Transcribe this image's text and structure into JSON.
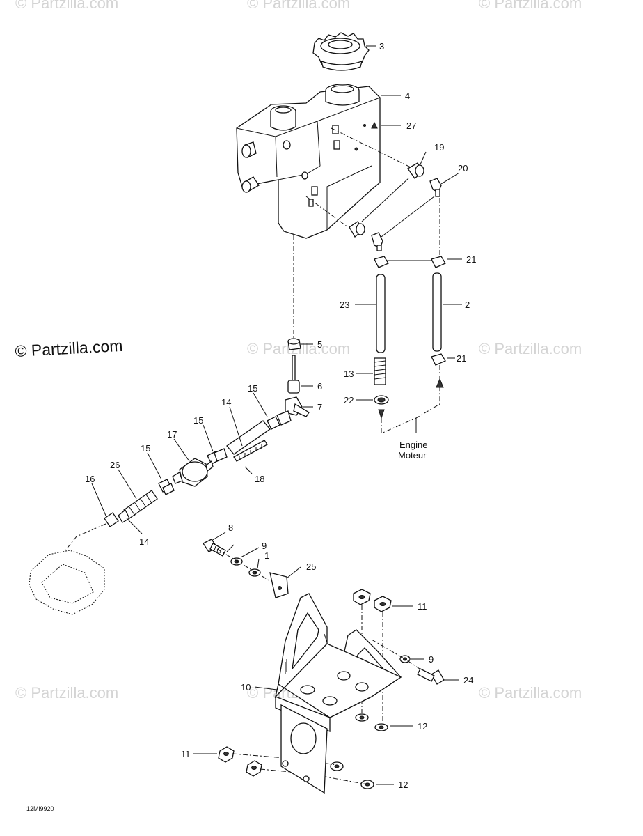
{
  "watermark": "© Partzilla.com",
  "main_watermark": "© Partzilla.com",
  "diagram_code": "12Mi9920",
  "engine_label": {
    "line1": "Engine",
    "line2": "Moteur"
  },
  "callouts": {
    "c3": "3",
    "c4": "4",
    "c27": "27",
    "c19": "19",
    "c20": "20",
    "c21a": "21",
    "c23": "23",
    "c2": "2",
    "c5": "5",
    "c21b": "21",
    "c13": "13",
    "c22": "22",
    "c6": "6",
    "c7": "7",
    "c15a": "15",
    "c14a": "14",
    "c15b": "15",
    "c17": "17",
    "c18": "18",
    "c15c": "15",
    "c26": "26",
    "c16": "16",
    "c14b": "14",
    "c8": "8",
    "c9a": "9",
    "c1": "1",
    "c25": "25",
    "c11a": "11",
    "c9b": "9",
    "c24": "24",
    "c10": "10",
    "c12a": "12",
    "c11b": "11",
    "c12b": "12"
  }
}
